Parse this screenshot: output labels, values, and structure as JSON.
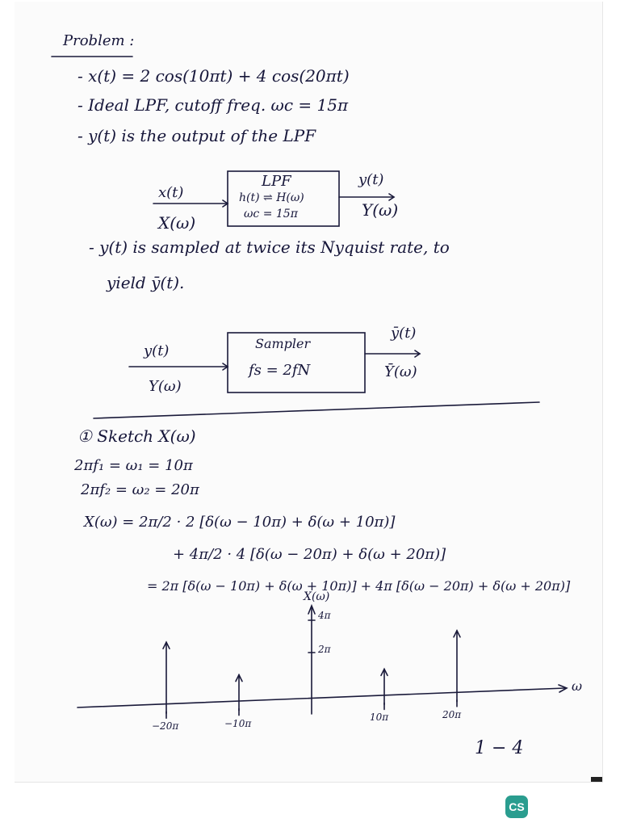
{
  "header": {
    "title": "Problem :",
    "given_1": "- x(t) = 2 cos(10πt) + 4 cos(20πt)",
    "given_2": "- Ideal LPF, cutoff freq. ωc = 15π",
    "given_3": "- y(t) is the output of the LPF"
  },
  "lpf_block": {
    "input_time": "x(t)",
    "input_freq": "X(ω)",
    "label": "LPF",
    "transfer": "h(t) ⇌ H(ω)",
    "cutoff": "ωc = 15π",
    "output_time": "y(t)",
    "output_freq": "Y(ω)"
  },
  "sampling_note": {
    "line_1": "- y(t) is sampled at twice its Nyquist rate, to",
    "line_2": "yield ȳ(t)."
  },
  "sampler_block": {
    "input_time": "y(t)",
    "input_freq": "Y(ω)",
    "label": "Sampler",
    "rate": "fs = 2fN",
    "output_time": "ȳ(t)",
    "output_freq": "Ȳ(ω)"
  },
  "part1": {
    "heading": "① Sketch X(ω)",
    "eq_1": "2πf₁ = ω₁ = 10π",
    "eq_2": "2πf₂ = ω₂ = 20π",
    "eq_3": "X(ω) = 2π/2 · 2 [δ(ω − 10π) + δ(ω + 10π)]",
    "eq_4": "+ 4π/2 · 4 [δ(ω − 20π) + δ(ω + 20π)]",
    "eq_5": "= 2π [δ(ω − 10π) + δ(ω + 10π)] + 4π [δ(ω − 20π) + δ(ω + 20π)]"
  },
  "plot": {
    "y_label": "X(ω)",
    "x_label": "ω",
    "impulses": [
      {
        "omega_label": "−20π",
        "omega": -20,
        "weight": 4
      },
      {
        "omega_label": "−10π",
        "omega": -10,
        "weight": 2
      },
      {
        "omega_label": "10π",
        "omega": 10,
        "weight": 2
      },
      {
        "omega_label": "20π",
        "omega": 20,
        "weight": 4
      }
    ],
    "tick_4pi": "4π",
    "tick_2pi": "2π"
  },
  "footer": {
    "page_number": "1 − 4",
    "logo_text": "CS"
  }
}
